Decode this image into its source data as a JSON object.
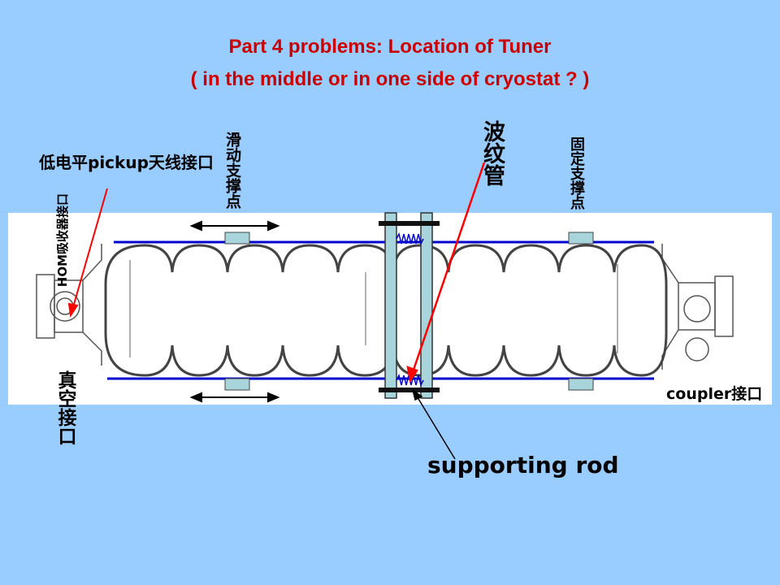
{
  "title": {
    "line1": "Part 4   problems:    Location of Tuner",
    "line2": "( in the middle or in one side of cryostat ? )"
  },
  "labels": {
    "pickup": "低电平pickup天线接口",
    "hom": "HOM吸收器接口",
    "sliding_support": "滑动支撑点",
    "bellows": "波纹管",
    "fixed_support": "固定支撑点",
    "vacuum": "真空接口",
    "coupler": "coupler接口",
    "supporting_rod": "supporting rod"
  },
  "colors": {
    "background": "#99ccff",
    "title": "#cc0000",
    "beam_line": "#0000cc",
    "support_block": "#a8d4dc",
    "arrow_red": "#ff0000"
  }
}
